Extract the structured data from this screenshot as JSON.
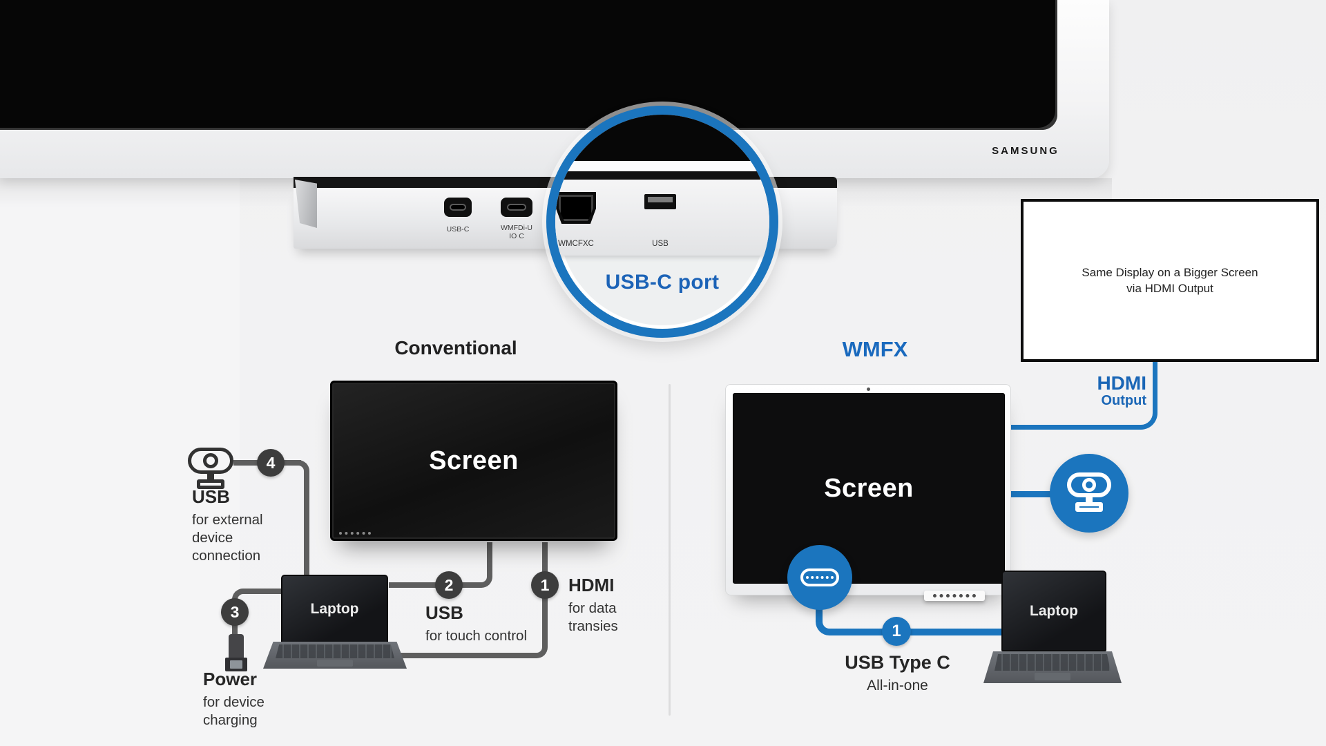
{
  "colors": {
    "blue": "#1b75be",
    "blue_text": "#1a66b6",
    "badge_dark": "#3d3d3d",
    "cable_gray": "#5e5e5e",
    "background": "#f1f1f2"
  },
  "icons": {
    "webcam": "css-shape",
    "usb_plug": "css-shape",
    "usb_c_connector": "css-shape",
    "hdmi_port": "css-shape",
    "usb_a_port": "css-shape",
    "magnifier_circle": "css-shape"
  },
  "tv": {
    "brand": "SAMSUNG"
  },
  "tray": {
    "ports": {
      "usb_c": {
        "label": "USB-C"
      },
      "io": {
        "label_line1": "WMFDi-U",
        "label_line2": "IO C"
      },
      "hdmi": {
        "label": "WMCFXC"
      },
      "usb": {
        "label": "USB"
      }
    }
  },
  "magnifier": {
    "label": "USB-C port"
  },
  "info_box": {
    "line1": "Same Display on a Bigger Screen",
    "line2": "via HDMI Output"
  },
  "hdmi_output": {
    "title": "HDMI",
    "subtitle": "Output"
  },
  "conventional": {
    "title": "Conventional",
    "screen_label": "Screen",
    "laptop_label": "Laptop",
    "callouts": {
      "c4": {
        "num": "4",
        "head": "USB",
        "lines": [
          "for external",
          "device",
          "connection"
        ]
      },
      "c3": {
        "num": "3",
        "head": "Power",
        "lines": [
          "for device",
          "charging"
        ]
      },
      "c2": {
        "num": "2",
        "head": "USB",
        "lines": [
          "for touch control"
        ]
      },
      "c1": {
        "num": "1",
        "head": "HDMI",
        "lines": [
          "for data",
          "transies"
        ]
      }
    }
  },
  "wmfx": {
    "title": "WMFX",
    "screen_label": "Screen",
    "laptop_label": "Laptop",
    "callout1": {
      "num": "1",
      "head": "USB Type C",
      "sub": "All-in-one"
    }
  }
}
